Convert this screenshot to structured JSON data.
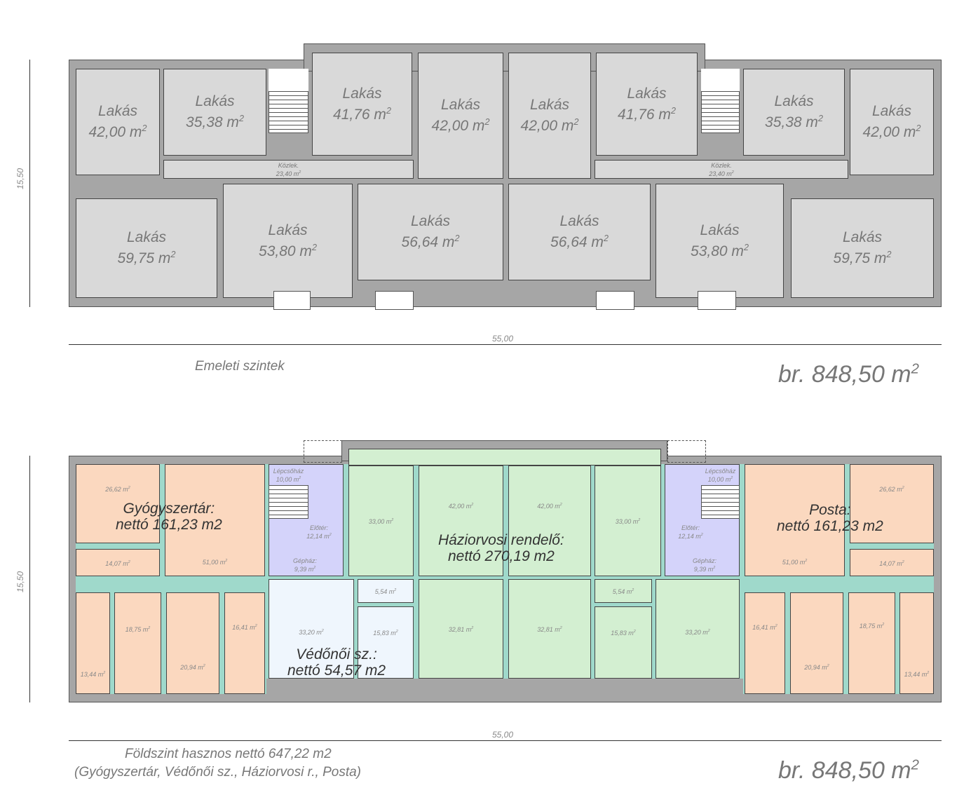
{
  "upper": {
    "rooms": [
      {
        "name": "Lakás",
        "area": "42,00 m"
      },
      {
        "name": "Lakás",
        "area": "35,38 m"
      },
      {
        "name": "Lakás",
        "area": "41,76 m"
      },
      {
        "name": "Lakás",
        "area": "42,00 m"
      },
      {
        "name": "Lakás",
        "area": "42,00 m"
      },
      {
        "name": "Lakás",
        "area": "41,76 m"
      },
      {
        "name": "Lakás",
        "area": "35,38 m"
      },
      {
        "name": "Lakás",
        "area": "42,00 m"
      },
      {
        "name": "Lakás",
        "area": "59,75 m"
      },
      {
        "name": "Lakás",
        "area": "53,80 m"
      },
      {
        "name": "Lakás",
        "area": "56,64 m"
      },
      {
        "name": "Lakás",
        "area": "56,64 m"
      },
      {
        "name": "Lakás",
        "area": "53,80 m"
      },
      {
        "name": "Lakás",
        "area": "59,75 m"
      }
    ],
    "corridors": [
      {
        "name": "Közlek.",
        "area": "23,40 m"
      },
      {
        "name": "Közlek.",
        "area": "23,40 m"
      }
    ],
    "caption": "Emeleti szintek",
    "gross": "br. 848,50 m",
    "dim_h": "55,00",
    "dim_v": "15,50"
  },
  "ground": {
    "areas": [
      "26,62 m",
      "51,00 m",
      "14,07 m",
      "13,44 m",
      "18,75 m",
      "20,94 m",
      "16,41 m",
      "33,00 m",
      "42,00 m",
      "42,00 m",
      "33,00 m",
      "5,54 m",
      "5,54 m",
      "33,20 m",
      "15,83 m",
      "32,81 m",
      "32,81 m",
      "15,83 m",
      "33,20 m",
      "26,62 m",
      "51,00 m",
      "14,07 m",
      "16,41 m",
      "20,94 m",
      "18,75 m",
      "13,44 m"
    ],
    "stair": {
      "l1": "Lépcsőház",
      "l2": "10,00 m",
      "e1": "Előtér:",
      "e2": "12,14 m",
      "g1": "Gépház:",
      "g2": "9,39 m"
    },
    "titles": {
      "pharmacy": [
        "Gyógyszertár:",
        "nettó 161,23 m2"
      ],
      "doctor": [
        "Háziorvosi rendelő:",
        "nettó 270,19 m2"
      ],
      "nurse": [
        "Védőnői sz.:",
        "nettó 54,57 m2"
      ],
      "post": [
        "Posta:",
        "nettó 161,23 m2"
      ]
    },
    "caption1": "Földszint hasznos nettó 647,22 m2",
    "caption2": "(Gyógyszertár, Védőnői sz., Háziorvosi r., Posta)",
    "gross": "br. 848,50 m",
    "dim_h": "55,00",
    "dim_v": "15,50",
    "sup": "2"
  },
  "colors": {
    "pharmacy": "#fbd8bf",
    "stair": "#d4d3fa",
    "nurse": "#eff6fd",
    "doctor": "#d3efd1",
    "wall": "#a6a6a6"
  }
}
